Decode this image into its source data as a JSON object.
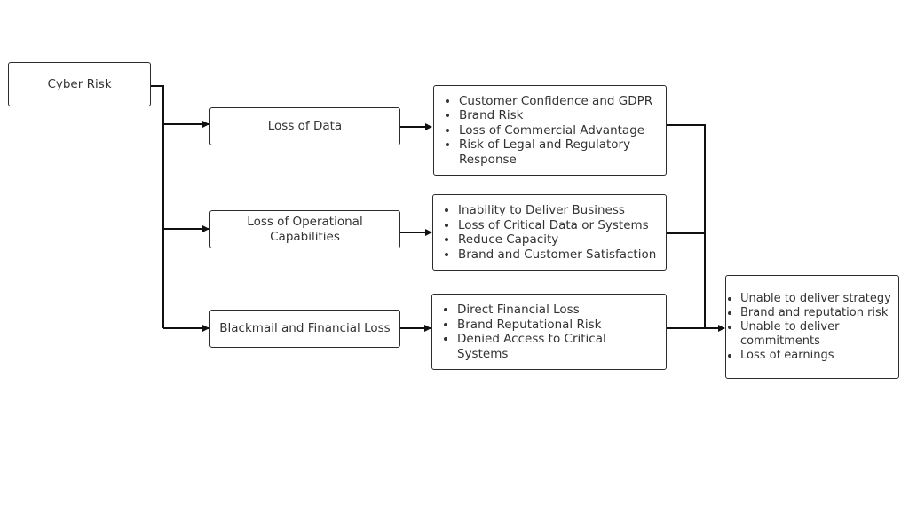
{
  "root": {
    "label": "Cyber Risk"
  },
  "risks": [
    {
      "label": "Loss of Data",
      "impacts": [
        "Customer Confidence and GDPR",
        "Brand Risk",
        "Loss of Commercial Advantage",
        "Risk of Legal and Regulatory Response"
      ]
    },
    {
      "label": "Loss of Operational Capabilities",
      "impacts": [
        "Inability to Deliver Business",
        "Loss of Critical Data or Systems",
        "Reduce Capacity",
        "Brand and Customer Satisfaction"
      ]
    },
    {
      "label": "Blackmail and Financial Loss",
      "impacts": [
        "Direct Financial Loss",
        "Brand Reputational Risk",
        "Denied Access to Critical Systems"
      ]
    }
  ],
  "outcome": {
    "items": [
      "Unable to deliver strategy",
      "Brand and reputation risk",
      "Unable to deliver commitments",
      "Loss of earnings"
    ]
  },
  "colors": {
    "line": "#111111",
    "border": "#2b2b2b",
    "text": "#333333"
  }
}
